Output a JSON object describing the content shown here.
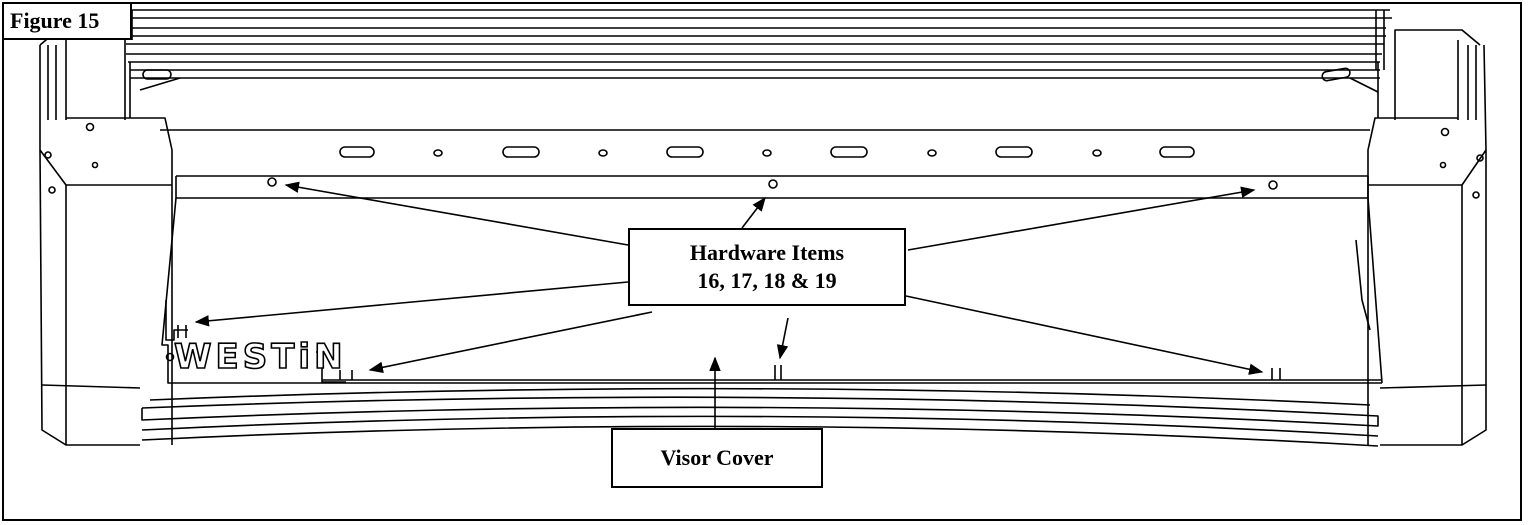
{
  "figure": {
    "label": "Figure 15"
  },
  "callouts": {
    "hardware": {
      "line1": "Hardware Items",
      "line2": "16, 17, 18 & 19"
    },
    "visor": {
      "label": "Visor Cover"
    }
  },
  "brand": {
    "logo_text": "WESTiN"
  },
  "colors": {
    "line": "#000000",
    "background": "#ffffff"
  }
}
